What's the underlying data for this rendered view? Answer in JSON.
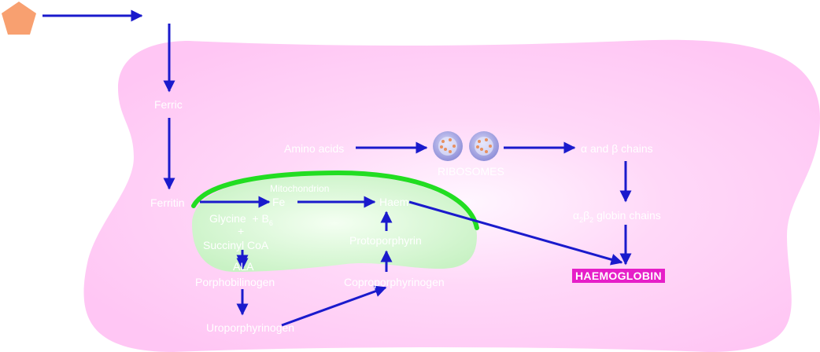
{
  "labels": {
    "ferric": "Ferric",
    "ferritin": "Ferritin",
    "amino_acids": "Amino acids",
    "ribosomes": "RIBOSOMES",
    "alpha_beta_chains": "α and β chains",
    "globin_chains_alpha": "α",
    "globin_chains_alpha_sub": "2",
    "globin_chains_beta": "β",
    "globin_chains_beta_sub": "2",
    "globin_chains_text": " globin chains",
    "mitochondrion": "Mitochondrion",
    "fe": "Fe",
    "haem": "Haem",
    "glycine": "Glycine",
    "b6": "B",
    "b6_sub": "6",
    "succinyl_coa": "Succinyl CoA",
    "ala": "ALA",
    "protoporphyrin": "Protoporphyrin",
    "porphobilinogen": "Porphobilinogen",
    "coproporphyrinogen": "Coproporphyrinogen",
    "urobilinogen": "Uroporphyrinogen",
    "plus": "+",
    "haemoglobin": "HAEMOGLOBIN"
  },
  "colors": {
    "arrow": "#1a1acc",
    "cell": "#ffc8f5",
    "cell_center": "#fff0ff",
    "mito_fill": "#d2f5cf",
    "mito_rim": "#22dd22",
    "iron_pentagon": "#f8a070",
    "ribosome": "#a8a8e8",
    "ribosome_dots": "#e89060",
    "haemoglobin_bg": "#e61ec8"
  },
  "icons": {
    "iron": "pentagon-icon",
    "ribosome": "ribosome-icon"
  }
}
